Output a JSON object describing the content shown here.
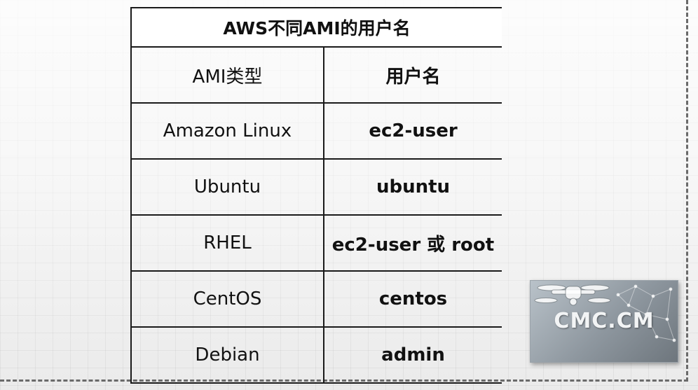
{
  "table": {
    "title": "AWS不同AMI的用户名",
    "headers": [
      "AMI类型",
      "用户名"
    ],
    "rows": [
      [
        "Amazon Linux",
        "ec2-user"
      ],
      [
        "Ubuntu",
        "ubuntu"
      ],
      [
        "RHEL",
        "ec2-user 或 root"
      ],
      [
        "CentOS",
        "centos"
      ],
      [
        "Debian",
        "admin"
      ]
    ]
  },
  "watermark": {
    "text": "CMC.CM",
    "icon": "drone-network-logo"
  }
}
